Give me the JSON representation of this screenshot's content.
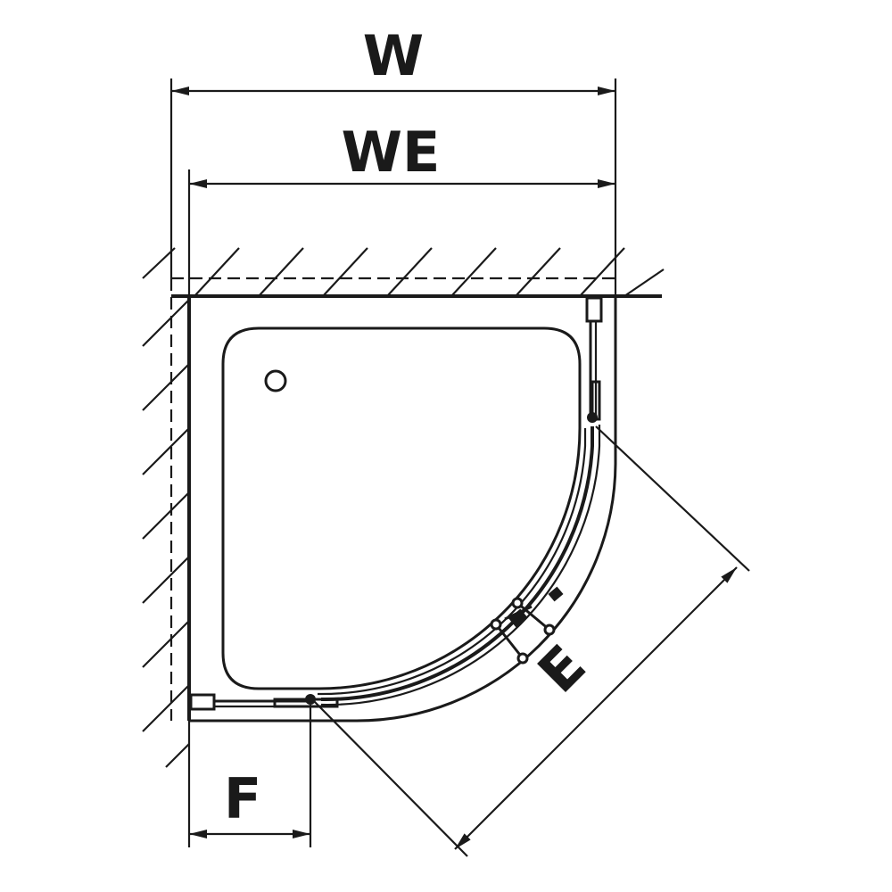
{
  "labels": {
    "w": "W",
    "we": "WE",
    "e": "E",
    "f": "F"
  },
  "colors": {
    "line": "#1a1a1a",
    "background": "#ffffff"
  }
}
